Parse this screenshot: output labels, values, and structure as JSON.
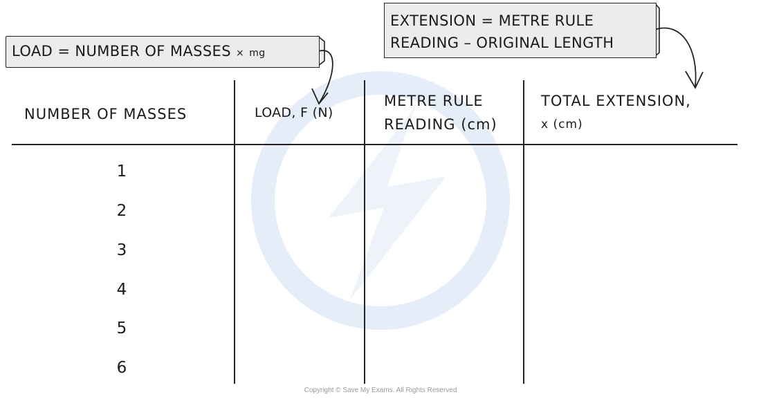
{
  "annotations": {
    "load": {
      "text": "LOAD = NUMBER  OF  MASSES",
      "times": "×",
      "tail": "mg"
    },
    "extension": {
      "line1": "EXTENSION = METRE RULE",
      "line2": "READING – ORIGINAL  LENGTH"
    }
  },
  "table": {
    "headers": [
      {
        "line1": "NUMBER  OF  MASSES",
        "line2": ""
      },
      {
        "line1": "LOAD, F (N)",
        "line2": ""
      },
      {
        "line1": "METRE  RULE",
        "line2": "READING  (cm)"
      },
      {
        "line1": "TOTAL  EXTENSION,",
        "line2": "x (cm)"
      }
    ],
    "rows": [
      "1",
      "2",
      "3",
      "4",
      "5",
      "6"
    ]
  },
  "footer": {
    "copyright": "Copyright © Save My Exams. All Rights Reserved"
  },
  "colors": {
    "ink": "#1a1a1a",
    "tag_fill": "#ececec",
    "watermark": "#dfe9f5"
  }
}
